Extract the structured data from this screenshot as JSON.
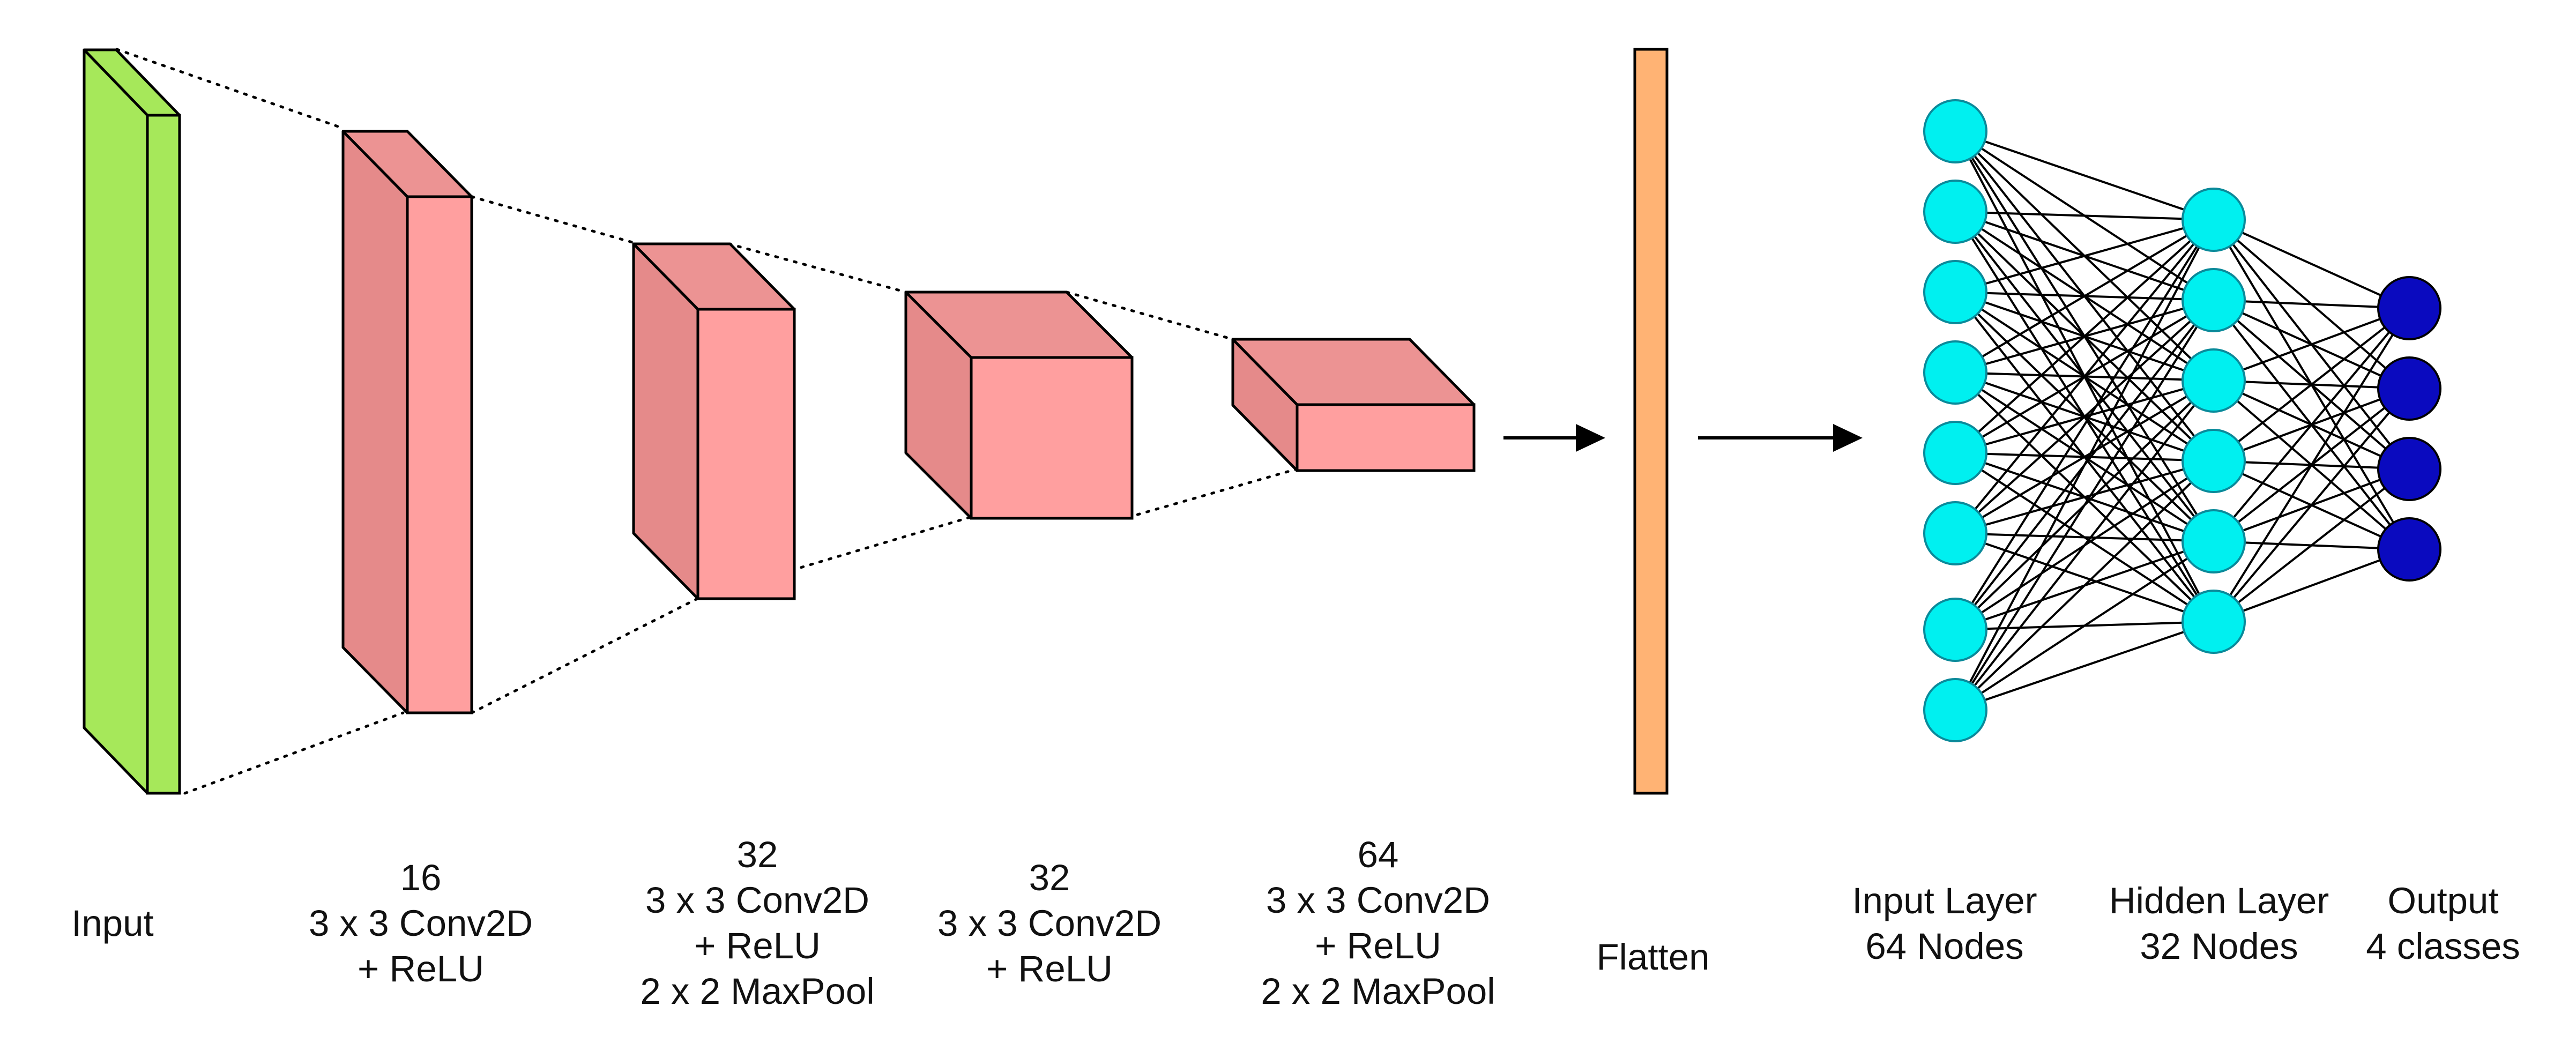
{
  "colors": {
    "input_face": "#a6e85a",
    "input_side": "#a6e85a",
    "conv_front": "#ff9f9f",
    "conv_side": "#e58a8a",
    "conv_top": "#ec9393",
    "flatten": "#ffb374",
    "node_light": "#00f0f0",
    "node_dark": "#0a0abf",
    "stroke": "#000000"
  },
  "labels": {
    "input": [
      "Input"
    ],
    "conv1": [
      "16",
      "3 x 3 Conv2D",
      "+ ReLU"
    ],
    "conv2": [
      "32",
      "3 x 3 Conv2D",
      "+ ReLU",
      "2 x 2 MaxPool"
    ],
    "conv3": [
      "32",
      "3 x 3 Conv2D",
      "+ ReLU"
    ],
    "conv4": [
      "64",
      "3 x 3 Conv2D",
      "+ ReLU",
      "2 x 2 MaxPool"
    ],
    "flatten": [
      "Flatten"
    ],
    "input_layer": [
      "Input Layer",
      "64 Nodes"
    ],
    "hidden_layer": [
      "Hidden Layer",
      "32 Nodes"
    ],
    "output_layer": [
      "Output",
      "4 classes"
    ]
  },
  "network": {
    "input_nodes_drawn": 8,
    "hidden_nodes_drawn": 6,
    "output_nodes_drawn": 4
  }
}
